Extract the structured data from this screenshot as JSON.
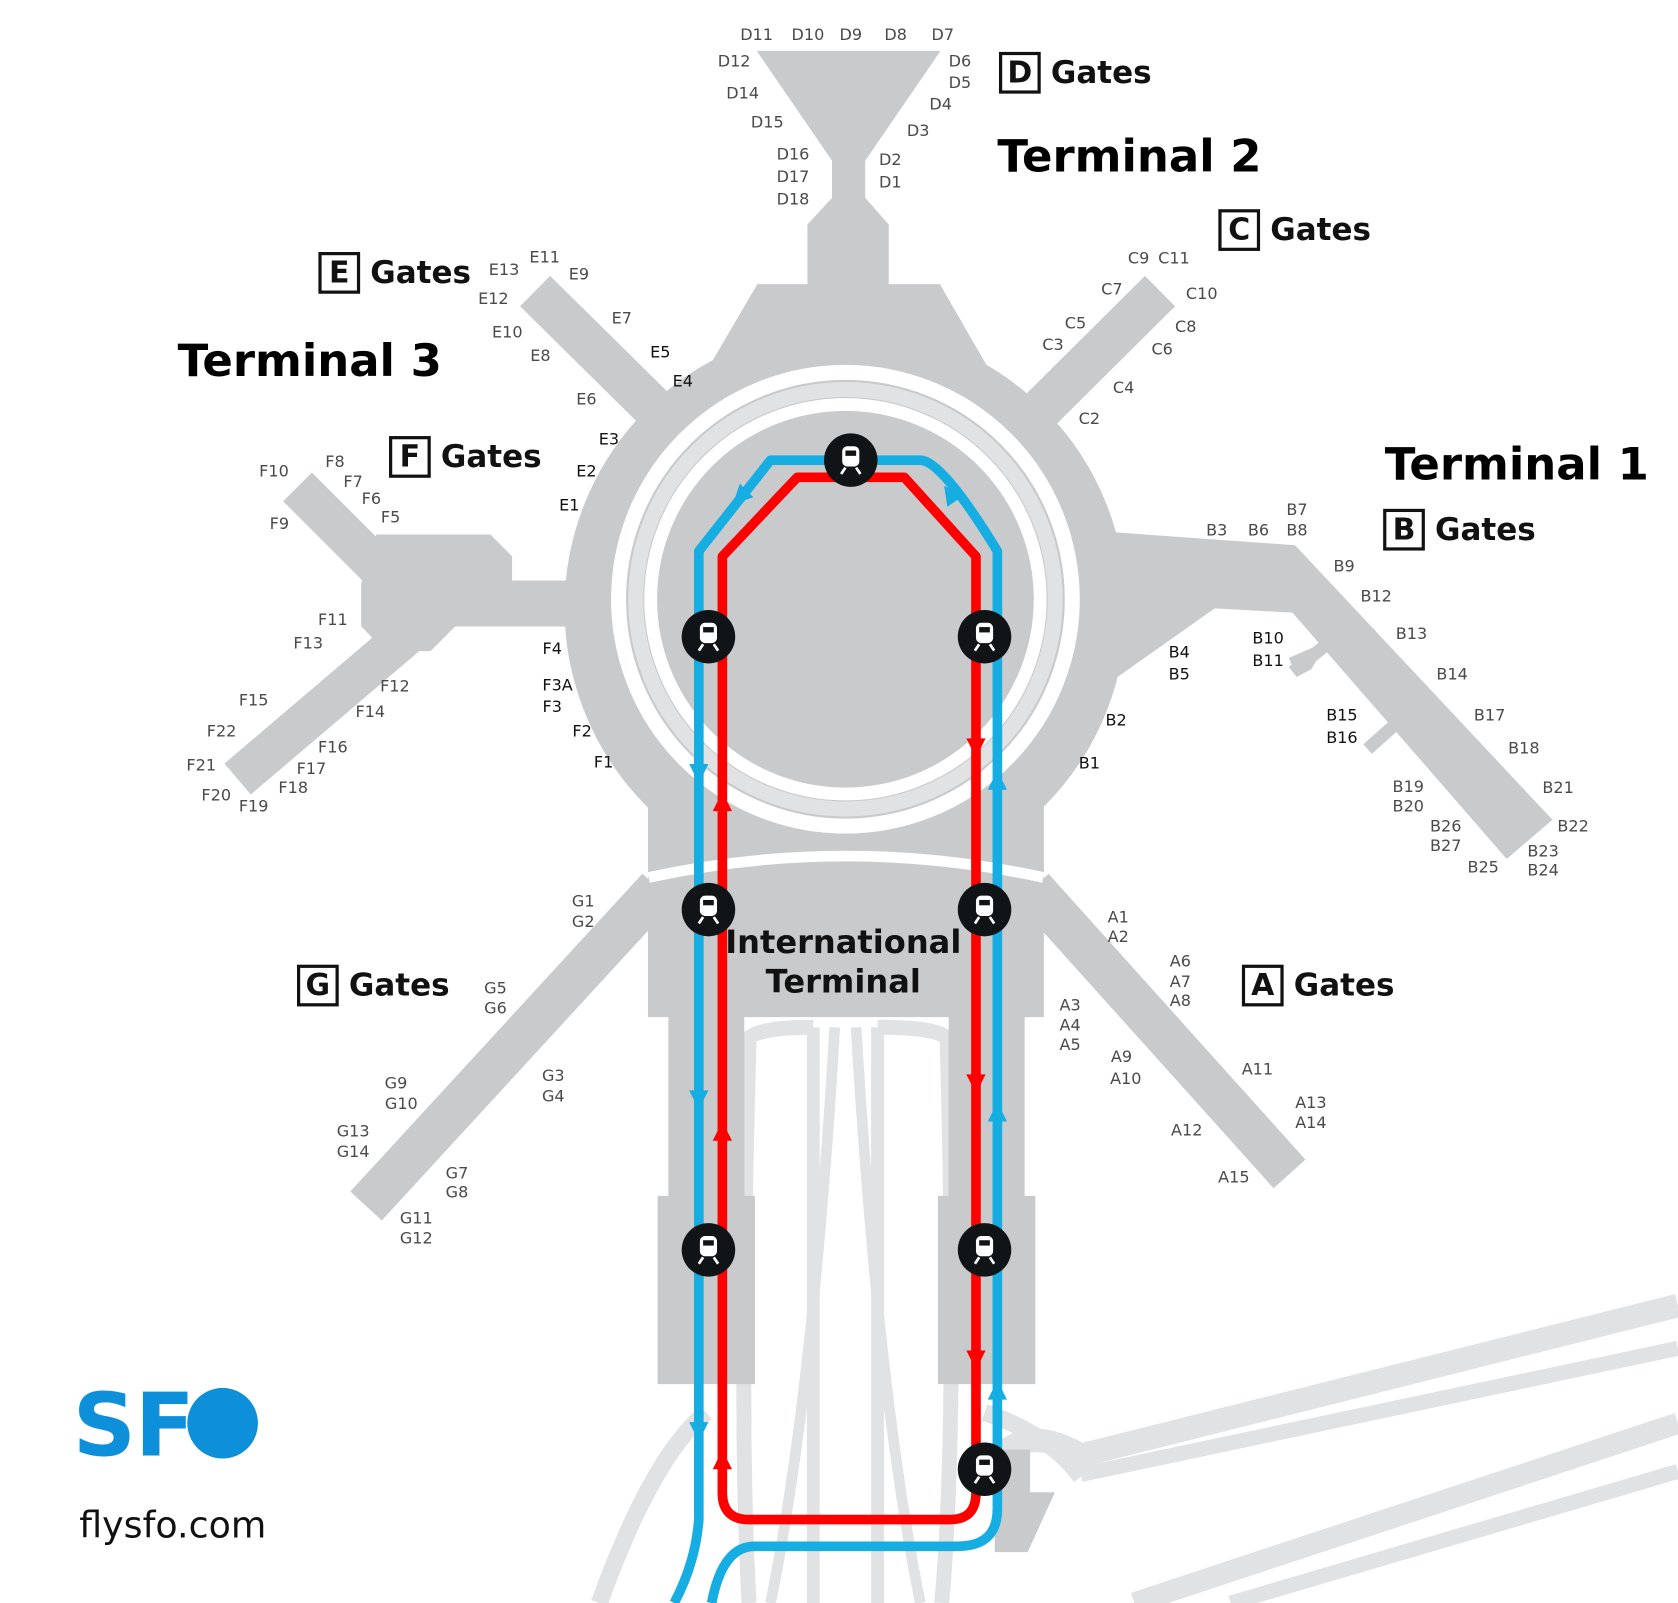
{
  "colors": {
    "building": "#c9cacb",
    "road": "#e1e2e3",
    "blue_line": "#16ade2",
    "red_line": "#ff0000",
    "station": "#111417",
    "logo_blue": "#0e8fd9"
  },
  "terminals": {
    "t1": "Terminal 1",
    "t2": "Terminal 2",
    "t3": "Terminal 3",
    "international_line1": "International",
    "international_line2": "Terminal"
  },
  "gate_areas": {
    "A": {
      "letter": "A",
      "label": "Gates"
    },
    "B": {
      "letter": "B",
      "label": "Gates"
    },
    "C": {
      "letter": "C",
      "label": "Gates"
    },
    "D": {
      "letter": "D",
      "label": "Gates"
    },
    "E": {
      "letter": "E",
      "label": "Gates"
    },
    "F": {
      "letter": "F",
      "label": "Gates"
    },
    "G": {
      "letter": "G",
      "label": "Gates"
    }
  },
  "gates": {
    "D": [
      "D11",
      "D10",
      "D9",
      "D8",
      "D7",
      "D12",
      "D6",
      "D5",
      "D14",
      "D4",
      "D15",
      "D3",
      "D16",
      "D2",
      "D17",
      "D1",
      "D18"
    ],
    "C": [
      "C9",
      "C11",
      "C7",
      "C10",
      "C5",
      "C8",
      "C3",
      "C6",
      "C4",
      "C2"
    ],
    "E": [
      "E13",
      "E11",
      "E9",
      "E12",
      "E7",
      "E10",
      "E8",
      "E5",
      "E4",
      "E6",
      "E3",
      "E2",
      "E1"
    ],
    "F": [
      "F10",
      "F8",
      "F7",
      "F6",
      "F5",
      "F9",
      "F11",
      "F13",
      "F12",
      "F14",
      "F15",
      "F22",
      "F16",
      "F21",
      "F17",
      "F20",
      "F18",
      "F19",
      "F4",
      "F3A",
      "F3",
      "F2",
      "F1"
    ],
    "B": [
      "B3",
      "B6",
      "B7",
      "B8",
      "B9",
      "B12",
      "B13",
      "B14",
      "B10",
      "B11",
      "B4",
      "B5",
      "B2",
      "B1",
      "B15",
      "B16",
      "B17",
      "B18",
      "B19",
      "B20",
      "B21",
      "B22",
      "B26",
      "B27",
      "B23",
      "B24",
      "B25"
    ],
    "A": [
      "A1",
      "A2",
      "A6",
      "A7",
      "A8",
      "A3",
      "A4",
      "A5",
      "A9",
      "A10",
      "A11",
      "A13",
      "A14",
      "A12",
      "A15"
    ],
    "G": [
      "G1",
      "G2",
      "G5",
      "G6",
      "G3",
      "G4",
      "G9",
      "G10",
      "G13",
      "G14",
      "G7",
      "G8",
      "G11",
      "G12"
    ]
  },
  "airtrain": {
    "station_icon": "train-icon",
    "station_count": 8,
    "lines": [
      {
        "color": "blue",
        "direction": "counter-clockwise"
      },
      {
        "color": "red",
        "direction": "clockwise"
      }
    ]
  },
  "logo": {
    "text": "SFO",
    "letters": [
      "S",
      "F"
    ]
  },
  "website": "flysfo.com"
}
